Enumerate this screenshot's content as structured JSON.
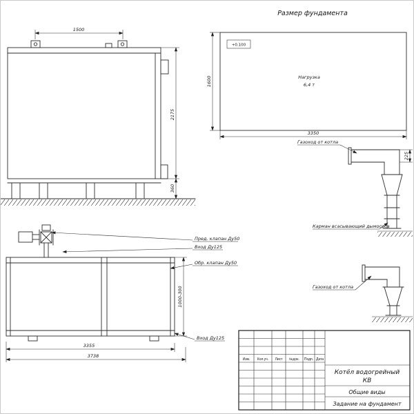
{
  "sheet": {
    "foundation_title": "Размер фундамента"
  },
  "foundation": {
    "elevation": "+0.100",
    "load1": "Нагрузка",
    "load2": "6,4 т",
    "dim_width": "3350",
    "dim_height": "1600"
  },
  "side_view": {
    "dim_span": "1500",
    "dim_height": "2175",
    "dim_base": "360"
  },
  "flue_top": {
    "label": "Газоход от котла",
    "pocket": "Карман всасывающий дымососа",
    "dim": "225"
  },
  "flue_bottom": {
    "label": "Газоход от котла"
  },
  "plan_view": {
    "label_safety_valve": "Пред. клапан Ду50",
    "label_inlet_top": "Вход Ду125",
    "label_check_valve": "Обр. клапан Ду50",
    "label_inlet_bottom": "Вход Ду125",
    "dim_depth": "1000-300",
    "dim_len_inner": "3355",
    "dim_len_outer": "3738"
  },
  "title_block": {
    "headers": [
      "Изм.",
      "Кол.уч.",
      "Лист",
      "№док.",
      "Подп.",
      "Дата"
    ],
    "product_line1": "Котёл водогрейный",
    "product_line2": "КВ",
    "doc_type": "Общие виды",
    "doc_task": "Задание на фундамент"
  }
}
